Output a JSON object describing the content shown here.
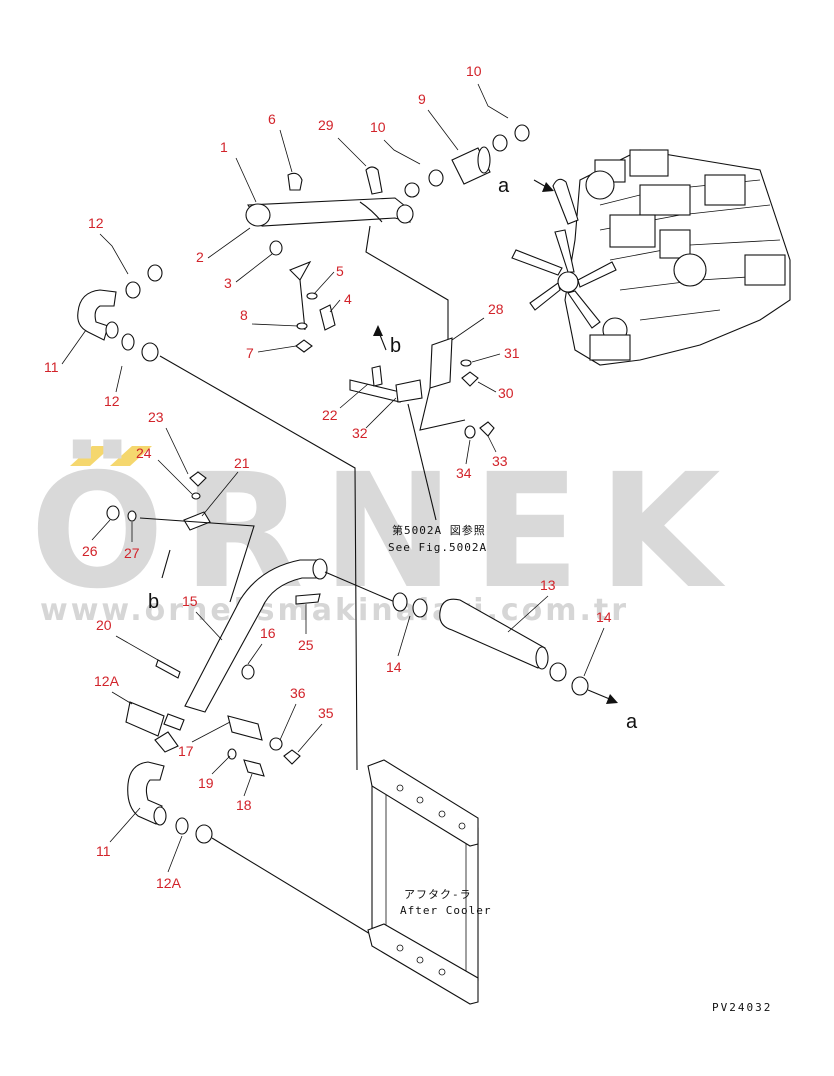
{
  "watermark": {
    "brand": "ÖRNEK",
    "url": "www.orneksmakinalari.com.tr",
    "accent_color": "#f5d76e",
    "text_color": "#d9d9d9"
  },
  "callouts": [
    "1",
    "2",
    "3",
    "4",
    "5",
    "6",
    "7",
    "8",
    "29",
    "10",
    "9",
    "10",
    "12",
    "11",
    "12",
    "28",
    "31",
    "30",
    "22",
    "32",
    "33",
    "34",
    "23",
    "24",
    "21",
    "26",
    "27",
    "15",
    "16",
    "25",
    "20",
    "12A",
    "17",
    "19",
    "18",
    "36",
    "35",
    "13",
    "14",
    "14",
    "11",
    "12A"
  ],
  "letters": {
    "a_top": "a",
    "b_upper": "b",
    "b_lower": "b",
    "a_right": "a"
  },
  "reference_note": {
    "japanese": "第5002A 図参照",
    "english": "See Fig.5002A"
  },
  "after_cooler_label": {
    "japanese": "アフタク-ラ",
    "english": "After Cooler"
  },
  "drawing_code": "PV24032",
  "colors": {
    "callout": "#d2232a",
    "line": "#111111"
  }
}
